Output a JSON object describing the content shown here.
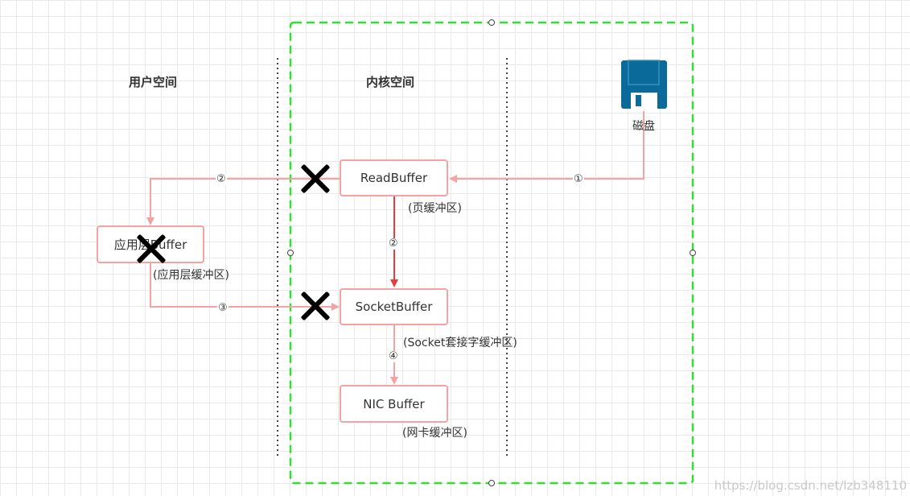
{
  "regions": {
    "user_space": "用户空间",
    "kernel_space": "内核空间"
  },
  "disk": {
    "label": "磁盘",
    "icon": "floppy-disk-icon"
  },
  "buffers": {
    "read": {
      "label": "ReadBuffer",
      "note": "(页缓冲区)"
    },
    "app": {
      "label": "应用层Buffer",
      "note": "(应用层缓冲区)"
    },
    "socket": {
      "label": "SocketBuffer",
      "note": "(Socket套接字缓冲区)"
    },
    "nic": {
      "label": "NIC Buffer",
      "note": "(网卡缓冲区)"
    }
  },
  "steps": {
    "disk_to_read": "①",
    "read_to_app": "②",
    "read_to_socket": "②",
    "app_to_socket": "③",
    "socket_to_nic": "④"
  },
  "colors": {
    "arrow": "#f4a3a3",
    "arrow_strong": "#e83b3b",
    "selection": "#33dd33",
    "disk": "#0a6a9a"
  },
  "watermark": "https://blog.csdn.net/lzb348110"
}
